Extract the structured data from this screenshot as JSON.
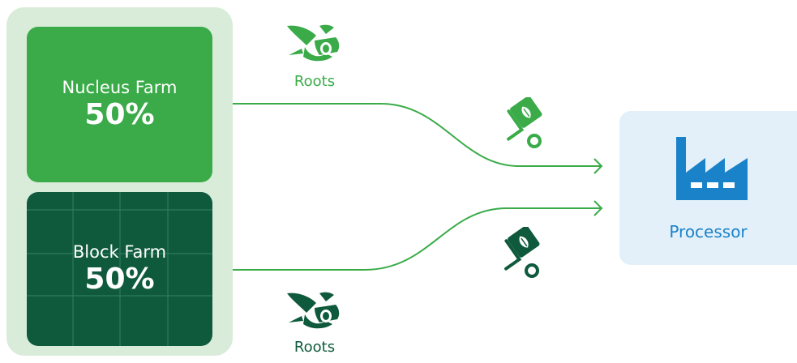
{
  "colors": {
    "light_green": "#3aab48",
    "dark_green": "#0f5a3d",
    "group_bg": "#d9ecd9",
    "processor_bg": "#e3f0f9",
    "processor_blue": "#1a82c9"
  },
  "farms": {
    "nucleus": {
      "name": "Nucleus Farm",
      "share": "50%"
    },
    "block": {
      "name": "Block Farm",
      "share": "50%"
    }
  },
  "flows": {
    "top": {
      "label": "Roots",
      "product_icon": "roots-icon",
      "transport_icon": "hand-truck-leaf-icon"
    },
    "bottom": {
      "label": "Roots",
      "product_icon": "roots-icon",
      "transport_icon": "hand-truck-leaf-icon"
    }
  },
  "processor": {
    "label": "Processor",
    "icon": "factory-icon"
  }
}
